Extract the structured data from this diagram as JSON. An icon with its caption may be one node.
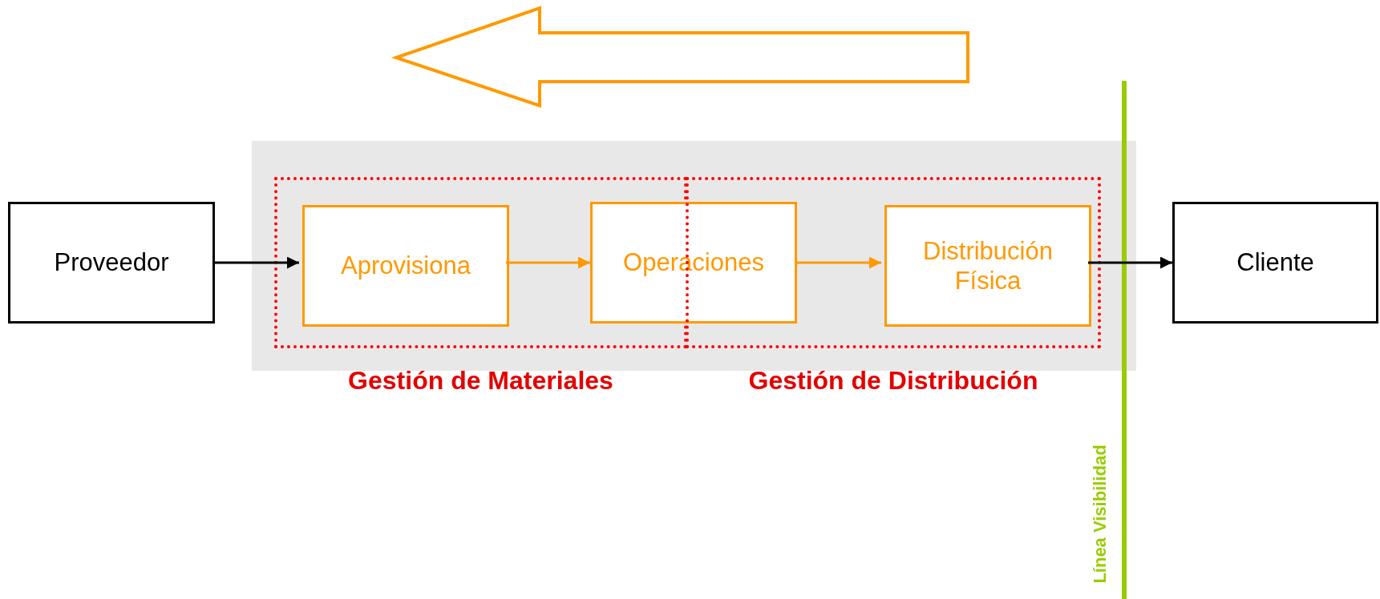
{
  "diagram": {
    "nodes": [
      {
        "text": [
          "Proveedor"
        ]
      },
      {
        "text": [
          "Gestión de Materiales"
        ]
      },
      {
        "text": [
          "Aprovisiona"
        ],
        "in": 1
      },
      {
        "text": [
          "Operaciones"
        ]
      },
      {
        "text": [
          "Gestión de Distribución"
        ]
      },
      {
        "text": [
          "Distribución Física"
        ],
        "in": 4
      },
      {
        "text": [
          "Cliente"
        ]
      }
    ],
    "edges": [
      {
        "from": 0,
        "to": 2,
        "arrow": "to"
      },
      {
        "from": 2,
        "to": 3,
        "arrow": "to",
        "color": "#ff9900"
      },
      {
        "from": 3,
        "to": 5,
        "arrow": "to",
        "color": "#ff9900"
      },
      {
        "from": 5,
        "to": 6,
        "arrow": "to"
      }
    ],
    "labels": [
      "Línea Visibilidad"
    ]
  }
}
